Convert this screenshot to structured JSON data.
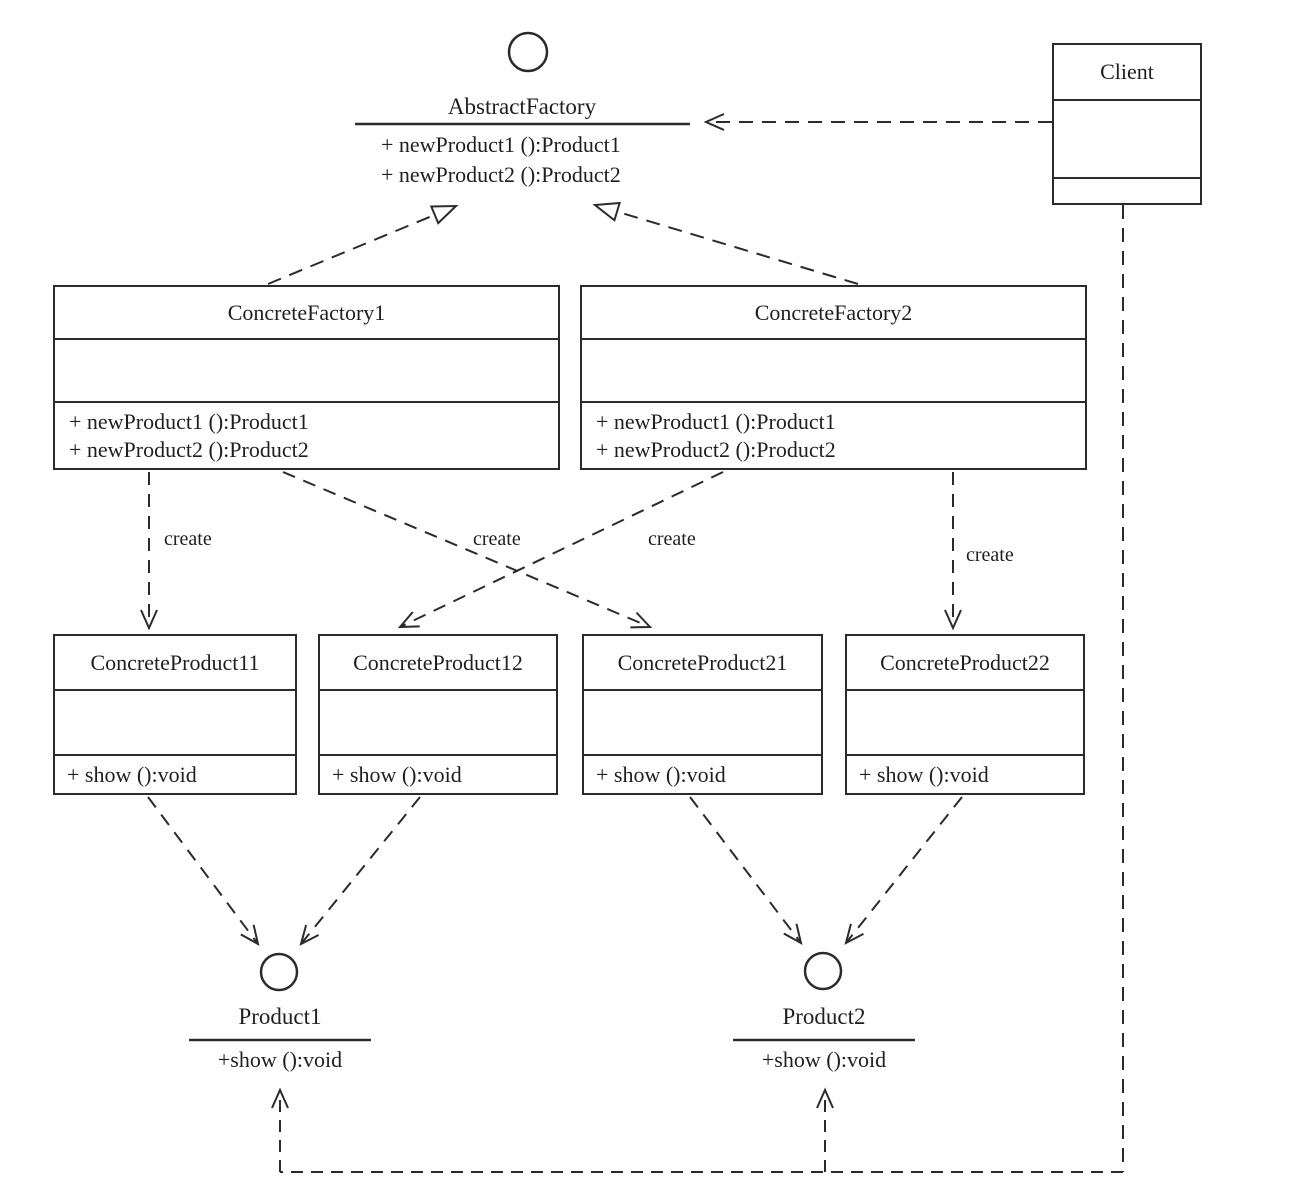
{
  "interfaces": {
    "abstract_factory": {
      "name": "AbstractFactory",
      "methods": [
        "+ newProduct1 ():Product1",
        "+ newProduct2 ():Product2"
      ]
    },
    "product1": {
      "name": "Product1",
      "method": "+show ():void"
    },
    "product2": {
      "name": "Product2",
      "method": "+show ():void"
    }
  },
  "classes": {
    "client": {
      "name": "Client"
    },
    "concrete_factory1": {
      "name": "ConcreteFactory1",
      "methods": [
        "+ newProduct1 ():Product1",
        "+ newProduct2 ():Product2"
      ]
    },
    "concrete_factory2": {
      "name": "ConcreteFactory2",
      "methods": [
        "+ newProduct1 ():Product1",
        "+ newProduct2 ():Product2"
      ]
    },
    "concrete_product11": {
      "name": "ConcreteProduct11",
      "method": "+ show ():void"
    },
    "concrete_product12": {
      "name": "ConcreteProduct12",
      "method": "+ show ():void"
    },
    "concrete_product21": {
      "name": "ConcreteProduct21",
      "method": "+ show ():void"
    },
    "concrete_product22": {
      "name": "ConcreteProduct22",
      "method": "+ show ():void"
    }
  },
  "labels": {
    "create": [
      "create",
      "create",
      "create",
      "create"
    ]
  },
  "colors": {
    "line": "#2b2b2b",
    "background": "#ffffff"
  }
}
